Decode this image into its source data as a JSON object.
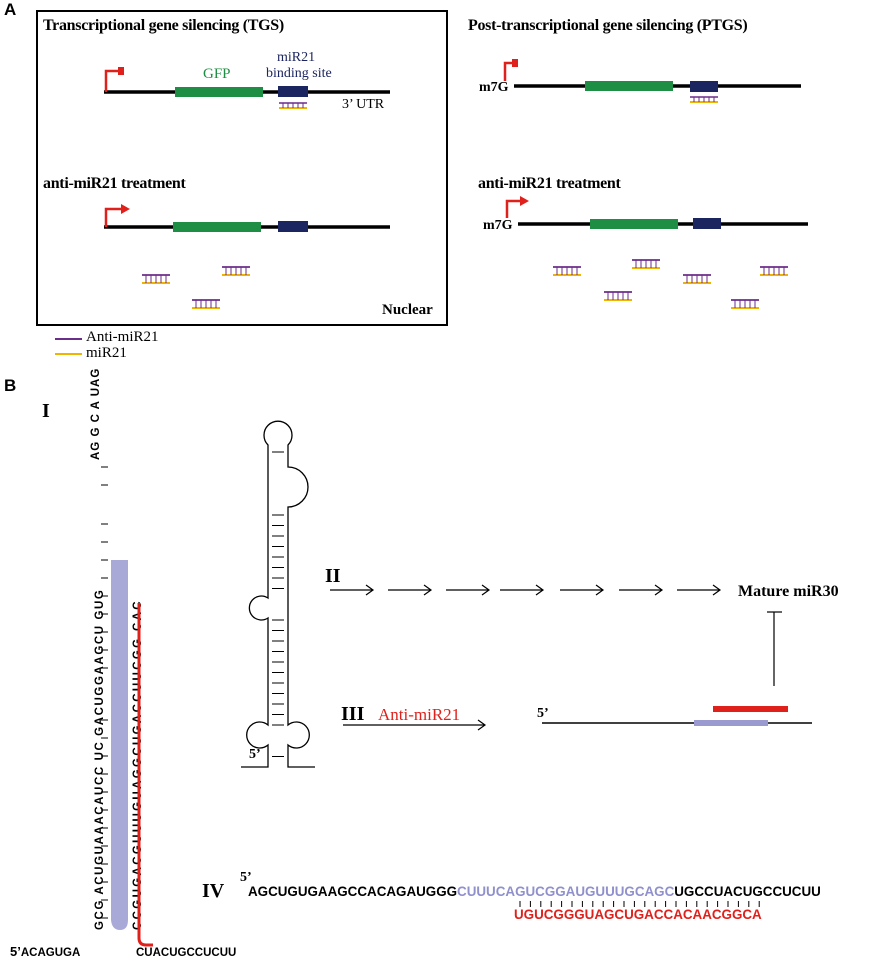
{
  "panel_a": {
    "letter": "A",
    "tgs_title": "Transcriptional gene silencing (TGS)",
    "ptgs_title": "Post-transcriptional gene silencing (PTGS)",
    "gfp_label": "GFP",
    "mir_site_label_1": "miR21",
    "mir_site_label_2": "binding site",
    "utr_label": "3’ UTR",
    "treatment_label_left": "anti-miR21 treatment",
    "treatment_label_right": "anti-miR21 treatment",
    "cap_label_1": "m7G",
    "cap_label_2": "m7G",
    "nuclear_label": "Nuclear",
    "legend": [
      {
        "label": "Anti-miR21",
        "color": "#6b2d8a"
      },
      {
        "label": "miR21",
        "color": "#f0b400"
      }
    ]
  },
  "panel_b": {
    "letter": "B",
    "part_i": "I",
    "part_ii": "II",
    "part_iii": "III",
    "part_iv": "IV",
    "anti_mir_label": "Anti-miR21",
    "mature_label": "Mature miR30",
    "five_prime": "5’",
    "hairpin_5prime_seq": "ACAGUGA",
    "hairpin_3prime_seq": "CUACUGCCUCUU",
    "hairpin_left_seq": "GCG ACUGUAAACAUCC UC GACUGGAAGCU GUG",
    "hairpin_right_seq": "CCGUGACGUUUGUAGGCUGACCUUCGG CAC",
    "hairpin_loop": "AG G C A UAG",
    "seq_black_1": "AGCUGUGAAGCCACAGAUGGG",
    "seq_blue": "CUUUCAGUCGGAUGUUUGCAGC",
    "seq_black_2": "UGCCUACUGCCUCUU",
    "seq_red": "UGUCGGGUAGCUGACCACAACGGCA"
  },
  "colors": {
    "gfp": "#1e8e44",
    "binding_site": "#1b2560",
    "promoter": "#e0201b",
    "anti_mir": "#6b2d8a",
    "mir": "#f0b400",
    "mir_blue": "#8f90cc",
    "highlight": "#9a9ad0",
    "red": "#e0201b"
  }
}
